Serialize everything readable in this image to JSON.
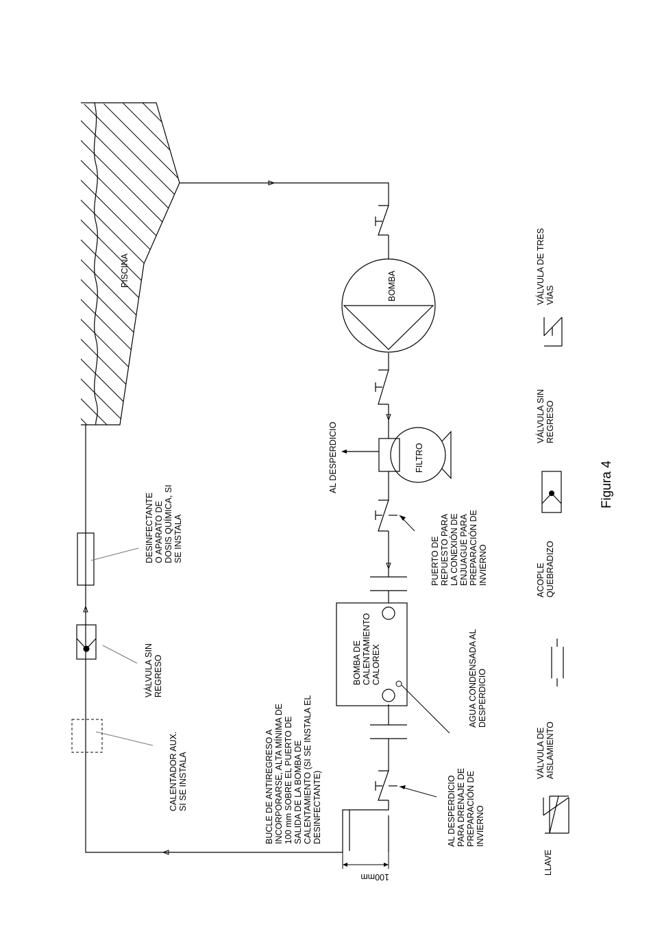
{
  "labels": {
    "piscina": "PISCINA",
    "bomba": "BOMBA",
    "filtro": "FILTRO",
    "al_desperdicio": "AL DESPERDICIO",
    "puerto": [
      "PUERTO DE",
      "REPUESTO PARA",
      "LA CONEXIÓN DE",
      "ENJUAGUE PARA",
      "PREPARACIÓN DE",
      "INVIERNO"
    ],
    "bomba_calentamiento": [
      "BOMBA DE",
      "CALENTAMIENTO",
      "CALOREX"
    ],
    "agua_condensada": [
      "AGUA CONDENSADA AL",
      "DESPERDICIO"
    ],
    "al_desperdicio_drenaje": [
      "AL DESPERDICIO",
      "PARA DRENAJE DE",
      "PREPARACIÓN DE",
      "INVIERNO"
    ],
    "desinfectante": [
      "DESINFECTANTE",
      "O APARATO DE",
      "DOSIS QUÍMICA, SI",
      "SE INSTALA"
    ],
    "valvula_sin_regreso": [
      "VÁLVULA SIN",
      "REGRESO"
    ],
    "calentador_aux": [
      "CALENTADOR AUX.",
      "SI SE INSTALA"
    ],
    "bucle": [
      "BUCLE DE ANTIREGRESO A",
      "INCORPORARSE, ALTA MÍNIMA DE",
      "100 mm SOBRE EL PUERTO DE",
      "SALIDA DE LA BOMBA DE",
      "CALENTAMIENTO (SI SE INSTALA EL",
      "DESINFECTANTE)"
    ],
    "dimension": "100mm"
  },
  "legend": {
    "llave": "LLAVE",
    "valvula_aislamiento": [
      "VÁLVULA DE",
      "AISLAMIENTO"
    ],
    "acople": [
      "ACOPLE",
      "QUEBRADIZO"
    ],
    "valvula_sin_regreso": [
      "VÁLVULA SIN",
      "REGRESO"
    ],
    "valvula_tres_vias": [
      "VÁLVULA DE TRES",
      "VÍAS"
    ]
  },
  "caption": "Figura 4"
}
